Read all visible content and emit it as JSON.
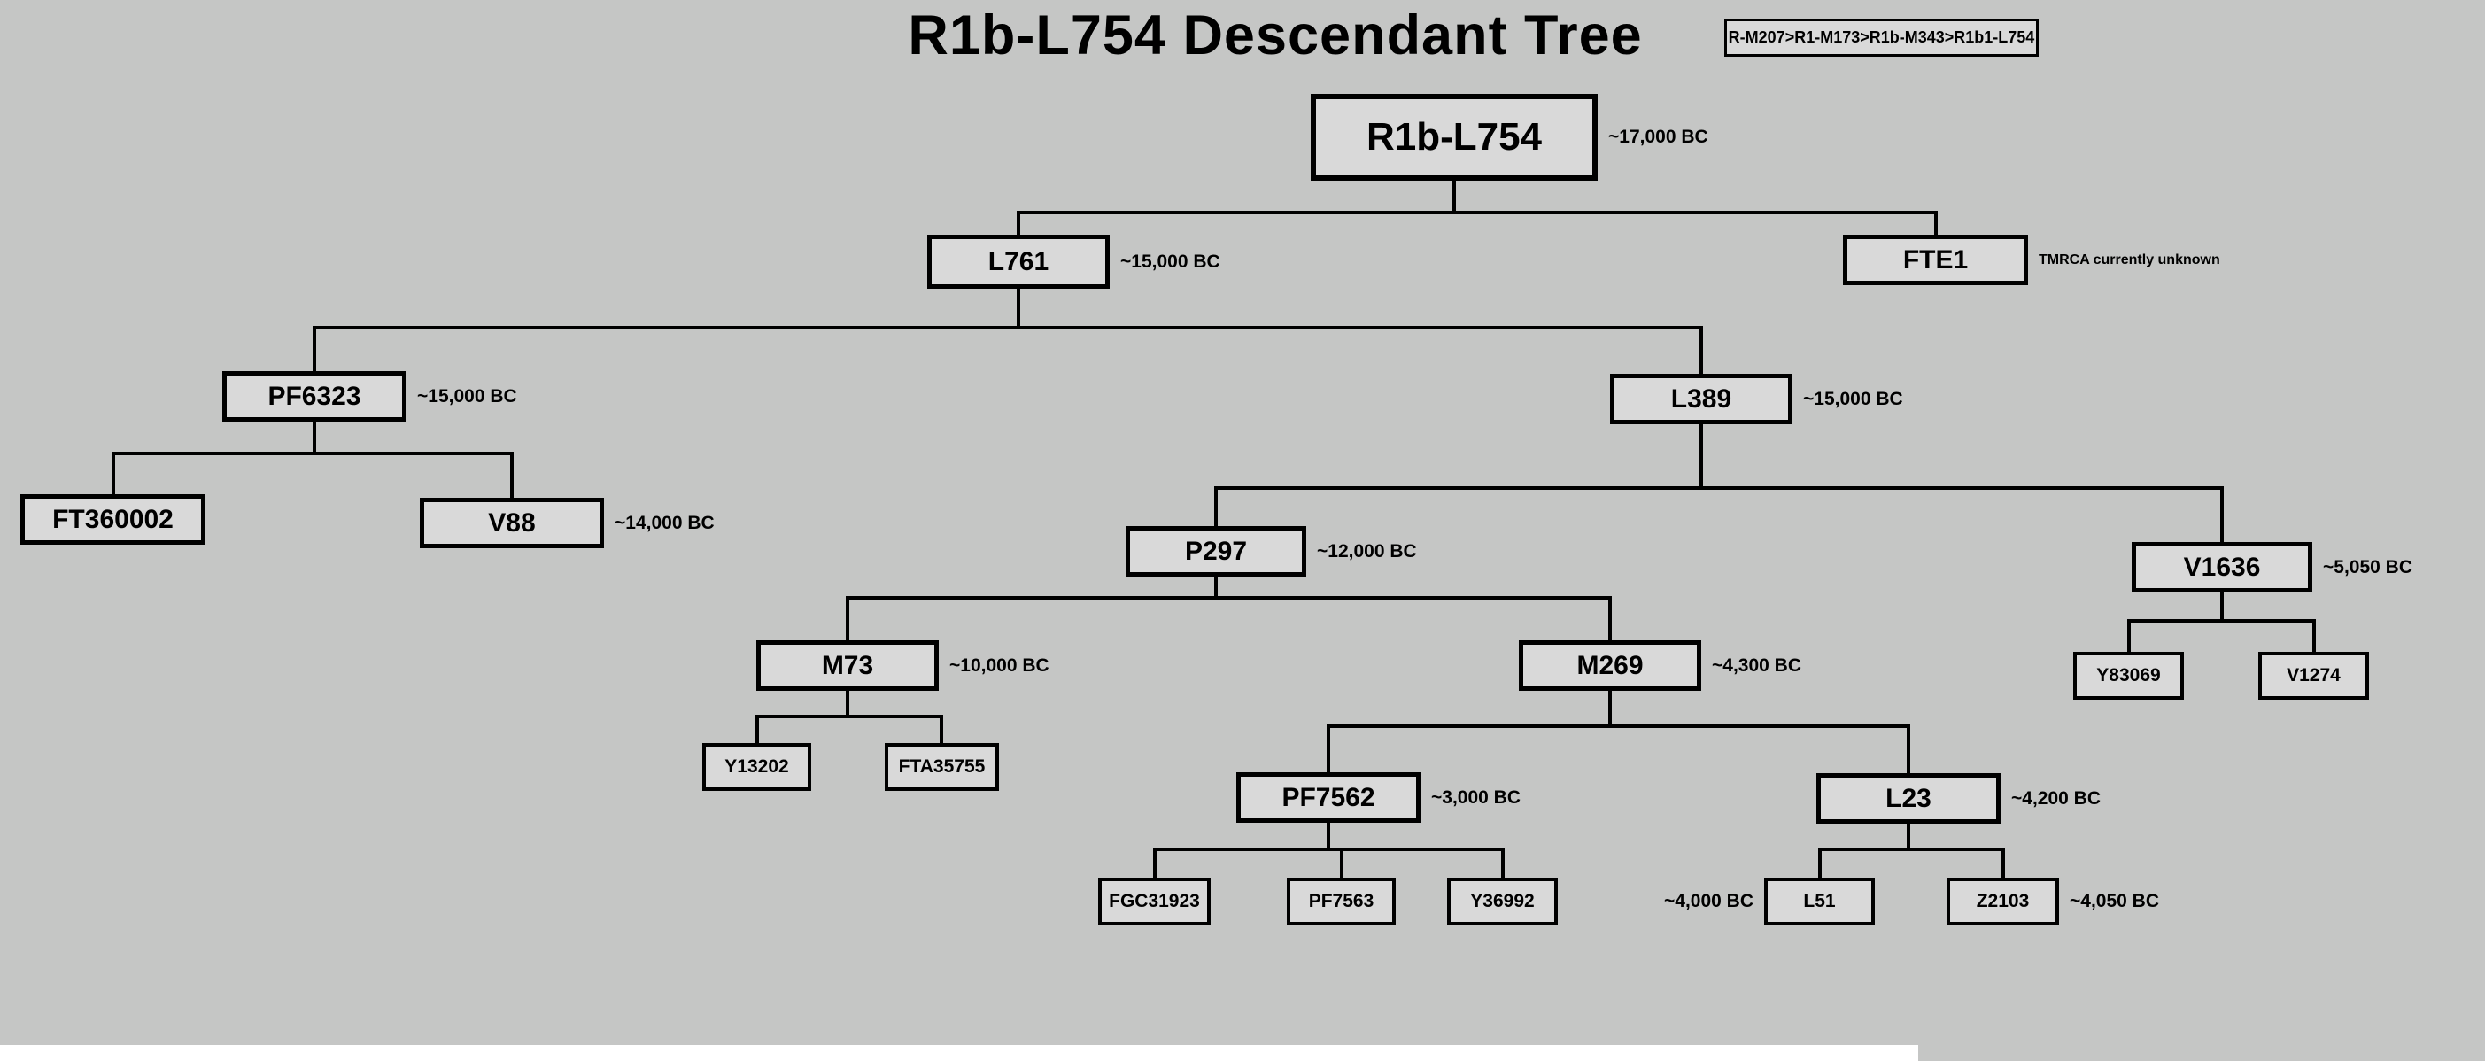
{
  "title": "R1b-L754 Descendant Tree",
  "lineage_label": "R-M207>R1-M173>R1b-M343>R1b1-L754",
  "colors": {
    "background": "#c5c6c5",
    "box_fill": "#d9d9d9",
    "line": "#000000"
  },
  "nodes": {
    "r1b_l754": {
      "label": "R1b-L754",
      "date": "~17,000 BC"
    },
    "l761": {
      "label": "L761",
      "date": "~15,000 BC"
    },
    "fte1": {
      "label": "FTE1",
      "note": "TMRCA currently unknown"
    },
    "pf6323": {
      "label": "PF6323",
      "date": "~15,000 BC"
    },
    "l389": {
      "label": "L389",
      "date": "~15,000 BC"
    },
    "ft360002": {
      "label": "FT360002"
    },
    "v88": {
      "label": "V88",
      "date": "~14,000 BC"
    },
    "p297": {
      "label": "P297",
      "date": "~12,000 BC"
    },
    "v1636": {
      "label": "V1636",
      "date": "~5,050 BC"
    },
    "m73": {
      "label": "M73",
      "date": "~10,000 BC"
    },
    "m269": {
      "label": "M269",
      "date": "~4,300 BC"
    },
    "y13202": {
      "label": "Y13202"
    },
    "fta35755": {
      "label": "FTA35755"
    },
    "pf7562": {
      "label": "PF7562",
      "date": "~3,000 BC"
    },
    "l23": {
      "label": "L23",
      "date": "~4,200 BC"
    },
    "y83069": {
      "label": "Y83069"
    },
    "v1274": {
      "label": "V1274"
    },
    "fgc31923": {
      "label": "FGC31923"
    },
    "pf7563": {
      "label": "PF7563"
    },
    "y36992": {
      "label": "Y36992"
    },
    "l51": {
      "label": "L51",
      "date": "~4,000 BC",
      "date_side": "left"
    },
    "z2103": {
      "label": "Z2103",
      "date": "~4,050 BC"
    }
  },
  "edges": [
    {
      "parent": "R1b-L754",
      "children": [
        "L761",
        "FTE1"
      ]
    },
    {
      "parent": "L761",
      "children": [
        "PF6323",
        "L389"
      ]
    },
    {
      "parent": "PF6323",
      "children": [
        "FT360002",
        "V88"
      ]
    },
    {
      "parent": "L389",
      "children": [
        "P297",
        "V1636"
      ]
    },
    {
      "parent": "P297",
      "children": [
        "M73",
        "M269"
      ]
    },
    {
      "parent": "M73",
      "children": [
        "Y13202",
        "FTA35755"
      ]
    },
    {
      "parent": "M269",
      "children": [
        "PF7562",
        "L23"
      ]
    },
    {
      "parent": "PF7562",
      "children": [
        "FGC31923",
        "PF7563",
        "Y36992"
      ]
    },
    {
      "parent": "L23",
      "children": [
        "L51",
        "Z2103"
      ]
    },
    {
      "parent": "V1636",
      "children": [
        "Y83069",
        "V1274"
      ]
    }
  ]
}
